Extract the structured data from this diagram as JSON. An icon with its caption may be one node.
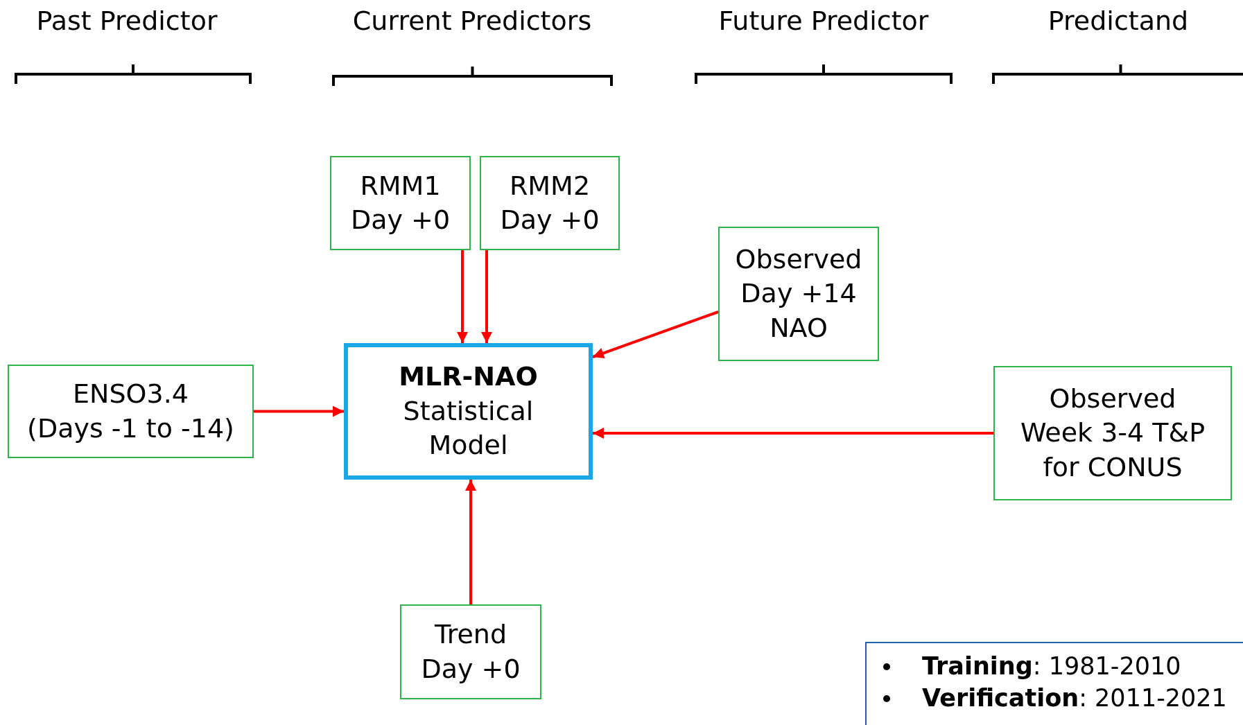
{
  "diagram": {
    "nodes": [
      {
        "text": [
          "RMM1",
          "Day +0"
        ]
      },
      {
        "text": [
          "RMM2",
          "Day +0"
        ]
      },
      {
        "text": [
          "Observed",
          "Day +14",
          "NAO"
        ]
      },
      {
        "text": [
          "ENSO3.4",
          "(Days -1 to -14)"
        ]
      },
      {
        "text": [
          "MLR-NAO",
          "Statistical",
          "Model"
        ]
      },
      {
        "text": [
          "Observed",
          "Week 3-4 T&P",
          "for CONUS"
        ]
      },
      {
        "text": [
          "Trend",
          "Day +0"
        ]
      }
    ],
    "edges": [
      {
        "from": 0,
        "to": 4,
        "arrow": "to"
      },
      {
        "from": 1,
        "to": 4,
        "arrow": "to"
      },
      {
        "from": 2,
        "to": 4,
        "arrow": "to"
      },
      {
        "from": 3,
        "to": 4,
        "arrow": "to"
      },
      {
        "from": 5,
        "to": 4,
        "arrow": "to"
      },
      {
        "from": 6,
        "to": 4,
        "arrow": "to"
      }
    ],
    "labels": [
      "Past Predictor",
      "Current Predictors",
      "Future Predictor",
      "Predictand",
      "**Training**: 1981-2010",
      "**Verification**: 2011-2021"
    ]
  }
}
